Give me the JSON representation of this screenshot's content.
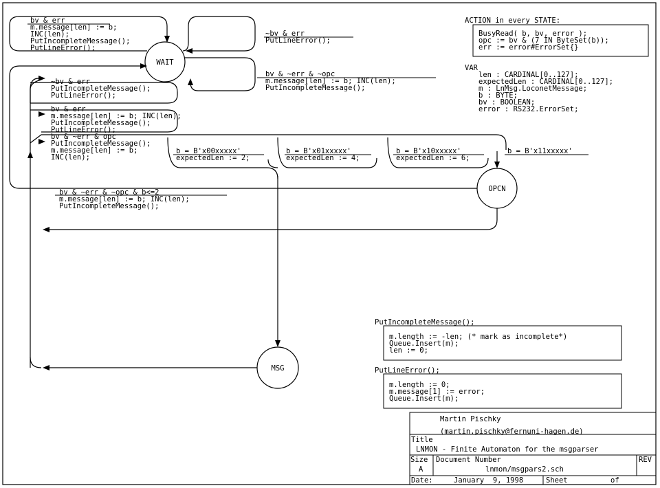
{
  "states": {
    "wait": "WAIT",
    "opcn": "OPCN",
    "msg": "MSG"
  },
  "transitions": {
    "t1": [
      "bv & err",
      "m.message[len] := b;",
      "INC(len);",
      "PutIncompleteMessage();",
      "PutLineError();"
    ],
    "t2": [
      "~bv & err",
      "PutLineError();"
    ],
    "t3": [
      "bv & ~err & ~opc",
      "m.message[len] := b; INC(len);",
      "PutIncompleteMessage();"
    ],
    "t4": [
      "~bv & err",
      "PutIncompleteMessage();",
      "PutLineError();"
    ],
    "t5": [
      "bv & err",
      "m.message[len] := b; INC(len);",
      "PutIncompleteMessage();",
      "PutLineError();"
    ],
    "t6": [
      "bv & ~err & opc",
      "PutIncompleteMessage();",
      "m.message[len] := b;",
      "INC(len);"
    ],
    "t7": [
      "b = B'x00xxxxx'",
      "expectedLen := 2;"
    ],
    "t8": [
      "b = B'x01xxxxx'",
      "expectedLen := 4;"
    ],
    "t9": [
      "b = B'x10xxxxx'",
      "expectedLen := 6;"
    ],
    "t10": [
      "b = B'x11xxxxx'"
    ],
    "t11": [
      "bv & ~err & ~opc & b<=2",
      "m.message[len] := b; INC(len);",
      "PutIncompleteMessage();"
    ]
  },
  "action": {
    "header": "ACTION in every STATE:",
    "lines": [
      "BusyRead( b, bv, error );",
      "opc := bv & (7 IN ByteSet(b));",
      "err := error#ErrorSet{}"
    ]
  },
  "vars": {
    "header": "VAR",
    "lines": [
      "len : CARDINAL[0..127];",
      "expectedLen : CARDINAL[0..127];",
      "m : LnMsg.LoconetMessage;",
      "b : BYTE;",
      "bv : BOOLEAN;",
      "error : RS232.ErrorSet;"
    ]
  },
  "procs": {
    "incomplete_header": "PutIncompleteMessage();",
    "incomplete_lines": [
      "m.length := -len; (* mark as incomplete*)",
      "Queue.Insert(m);",
      "len := 0;"
    ],
    "lineerror_header": "PutLineError();",
    "lineerror_lines": [
      "m.length := 0;",
      "m.message[1] := error;",
      "Queue.Insert(m);"
    ]
  },
  "titleblock": {
    "author": "Martin Pischky",
    "email": "(martin.pischky@fernuni-hagen.de)",
    "title_label": "Title",
    "title": "LNMON - Finite Automaton for the msgparser",
    "size_label": "Size",
    "size": "A",
    "docnum_label": "Document Number",
    "docnum": "lnmon/msgpars2.sch",
    "rev_label": "REV",
    "date_label": "Date:",
    "date": "January  9, 1998",
    "sheet_label": "Sheet",
    "of_label": "of"
  }
}
